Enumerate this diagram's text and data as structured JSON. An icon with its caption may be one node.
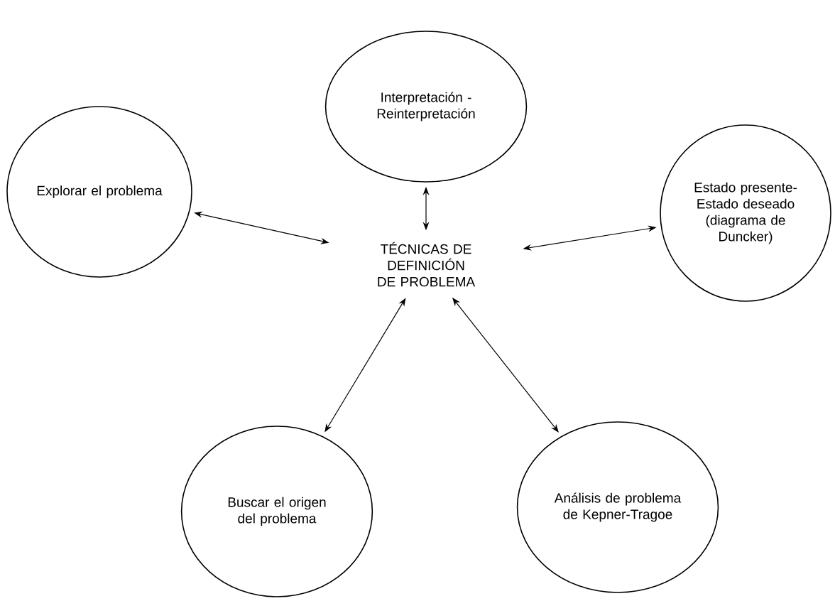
{
  "diagram": {
    "nodes": [
      {
        "text": [
          "TÉCNICAS DE DEFINICIÓN DE PROBLEMA"
        ]
      },
      {
        "text": [
          "Interpretación - Reinterpretación"
        ]
      },
      {
        "text": [
          "Explorar el problema"
        ]
      },
      {
        "text": [
          "Estado presente-Estado deseado (diagrama de Duncker)"
        ]
      },
      {
        "text": [
          "Buscar el origen del problema"
        ]
      },
      {
        "text": [
          "Análisis de problema de Kepner-Tragoe"
        ]
      }
    ],
    "edges": [
      {
        "from": 0,
        "to": 1,
        "arrow": "both"
      },
      {
        "from": 0,
        "to": 2,
        "arrow": "both"
      },
      {
        "from": 0,
        "to": 3,
        "arrow": "both"
      },
      {
        "from": 0,
        "to": 4,
        "arrow": "both"
      },
      {
        "from": 0,
        "to": 5,
        "arrow": "both"
      }
    ]
  }
}
